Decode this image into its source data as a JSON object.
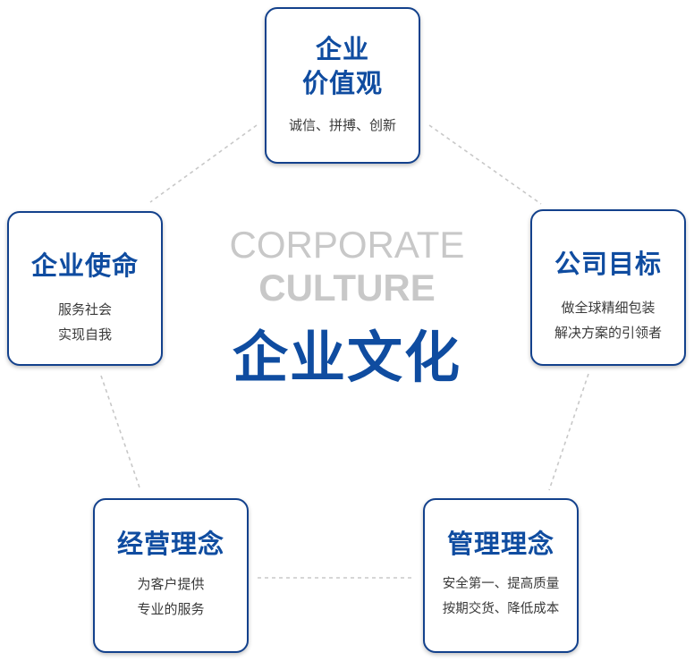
{
  "center": {
    "english_line1": "CORPORATE",
    "english_line2": "CULTURE",
    "chinese_title": "企业文化"
  },
  "cards": {
    "values": {
      "title_line1": "企业",
      "title_line2": "价值观",
      "desc_line1": "诚信、拼搏、创新"
    },
    "goal": {
      "title": "公司目标",
      "desc_line1": "做全球精细包装",
      "desc_line2": "解决方案的引领者"
    },
    "mission": {
      "title": "企业使命",
      "desc_line1": "服务社会",
      "desc_line2": "实现自我"
    },
    "business": {
      "title": "经营理念",
      "desc_line1": "为客户提供",
      "desc_line2": "专业的服务"
    },
    "management": {
      "title": "管理理念",
      "desc_line1": "安全第一、提高质量",
      "desc_line2": "按期交货、降低成本"
    }
  },
  "colors": {
    "title_blue": "#0f4ca0",
    "border_blue": "#13418c",
    "english_gray": "#c8c8c8",
    "connector_gray": "#c8c8c8"
  }
}
